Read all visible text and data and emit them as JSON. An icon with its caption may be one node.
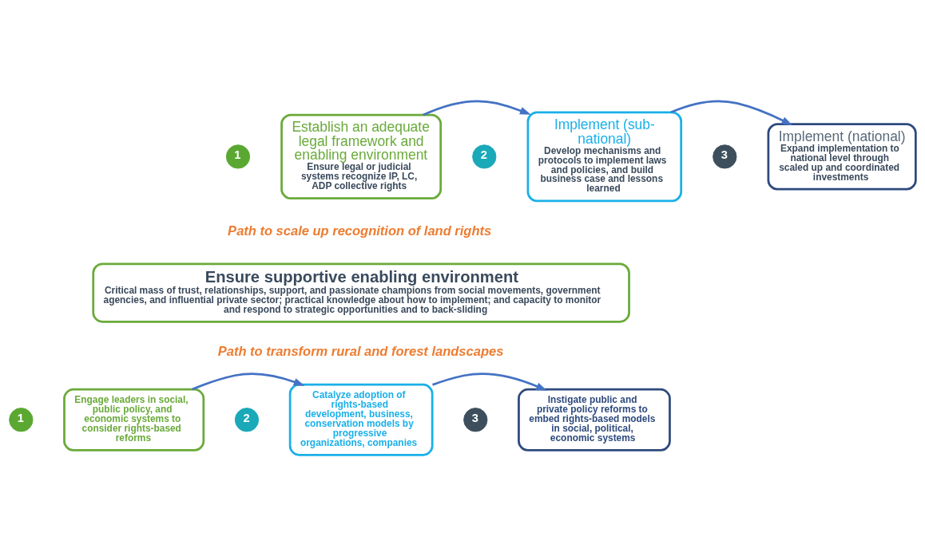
{
  "diagram": {
    "nodes": [
      {
        "text": [
          "1"
        ]
      },
      {
        "text": [
          "Establish an adequate legal framework and enabling environment",
          "Ensure legal or judicial systems recognize IP, LC, ADP collective rights"
        ]
      },
      {
        "text": [
          "2"
        ]
      },
      {
        "text": [
          "Implement (sub-national)",
          "Develop mechanisms and protocols to implement laws and policies, and build business case and lessons learned"
        ]
      },
      {
        "text": [
          "3"
        ]
      },
      {
        "text": [
          "Implement (national)",
          "Expand implementation to national level through scaled up and coordinated investments"
        ]
      },
      {
        "text": [
          "Ensure supportive enabling environment",
          "Critical mass of trust, relationships, support, and passionate champions from social movements, government agencies, and influential private sector; practical knowledge about how to implement; and capacity to monitor and respond to strategic opportunities and to back-sliding"
        ]
      },
      {
        "text": [
          "1"
        ]
      },
      {
        "text": [
          "Engage leaders in social, public policy, and economic systems to consider rights-based reforms"
        ]
      },
      {
        "text": [
          "2"
        ]
      },
      {
        "text": [
          "Catalyze adoption of rights-based development, business, conservation models by progressive organizations, companies"
        ]
      },
      {
        "text": [
          "3"
        ]
      },
      {
        "text": [
          "Instigate public and private policy reforms to embed rights-based models in social, political, economic systems"
        ]
      }
    ],
    "edges": [
      {
        "from": 1,
        "to": 3,
        "arrow": "to"
      },
      {
        "from": 3,
        "to": 5,
        "arrow": "to"
      },
      {
        "from": 8,
        "to": 10,
        "arrow": "to"
      },
      {
        "from": 10,
        "to": 12,
        "arrow": "to"
      }
    ],
    "labels": [
      "Path to scale up recognition of land rights",
      "Path to transform rural and forest landscapes"
    ]
  }
}
